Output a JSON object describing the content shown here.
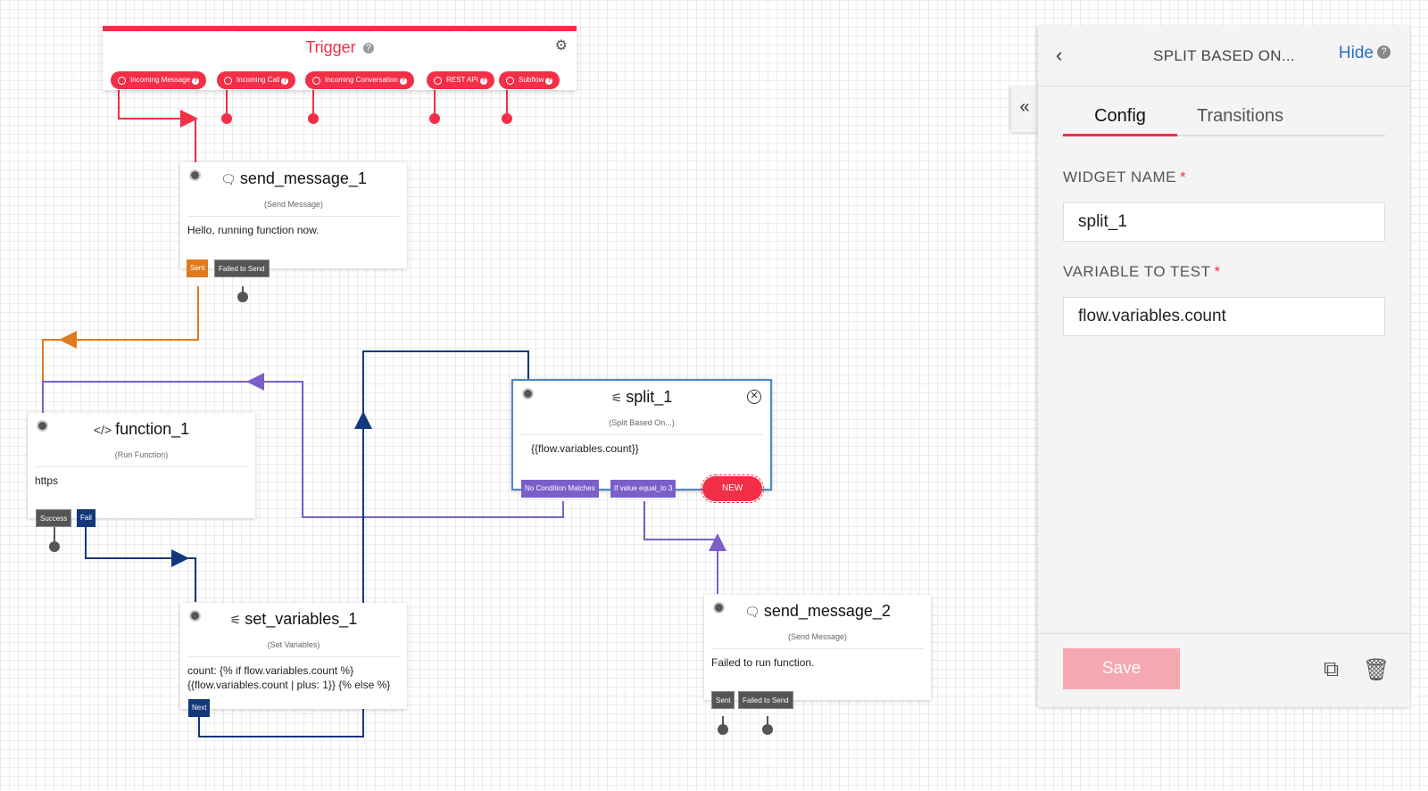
{
  "trigger": {
    "title": "Trigger",
    "help": "?",
    "buttons": [
      "Incoming Message",
      "Incoming Call",
      "Incoming Conversation",
      "REST API",
      "Subflow"
    ]
  },
  "widgets": {
    "send_message_1": {
      "title": "send_message_1",
      "subtitle": "(Send Message)",
      "body": "Hello, running function now.",
      "tags": [
        "Sent",
        "Failed to Send"
      ]
    },
    "function_1": {
      "title": "function_1",
      "subtitle": "(Run Function)",
      "body": "https",
      "tags": [
        "Success",
        "Fail"
      ]
    },
    "split_1": {
      "title": "split_1",
      "subtitle": "(Split Based On...)",
      "body": "{{flow.variables.count}}",
      "tags": [
        "No Condition Matches",
        "If value equal_to 3",
        "NEW"
      ]
    },
    "set_variables_1": {
      "title": "set_variables_1",
      "subtitle": "(Set Variables)",
      "body_line1": "count: {% if flow.variables.count %}",
      "body_line2": "{{flow.variables.count | plus: 1}} {% else %}",
      "tags": [
        "Next"
      ]
    },
    "send_message_2": {
      "title": "send_message_2",
      "subtitle": "(Send Message)",
      "body": "Failed to run function.",
      "tags": [
        "Sent",
        "Failed to Send"
      ]
    }
  },
  "panel": {
    "title": "SPLIT BASED ON...",
    "hide_label": "Hide",
    "tabs": [
      "Config",
      "Transitions"
    ],
    "widget_name_label": "WIDGET NAME",
    "widget_name_value": "split_1",
    "variable_label": "VARIABLE TO TEST",
    "variable_value": "flow.variables.count",
    "save_label": "Save",
    "required_mark": "*"
  },
  "colors": {
    "accent": "#f22f46",
    "selected_border": "#4a87c7",
    "link": "#2f6dc2",
    "wire_orange": "#e07a1f",
    "wire_purple": "#7b5fc9",
    "wire_navy": "#12387c"
  }
}
